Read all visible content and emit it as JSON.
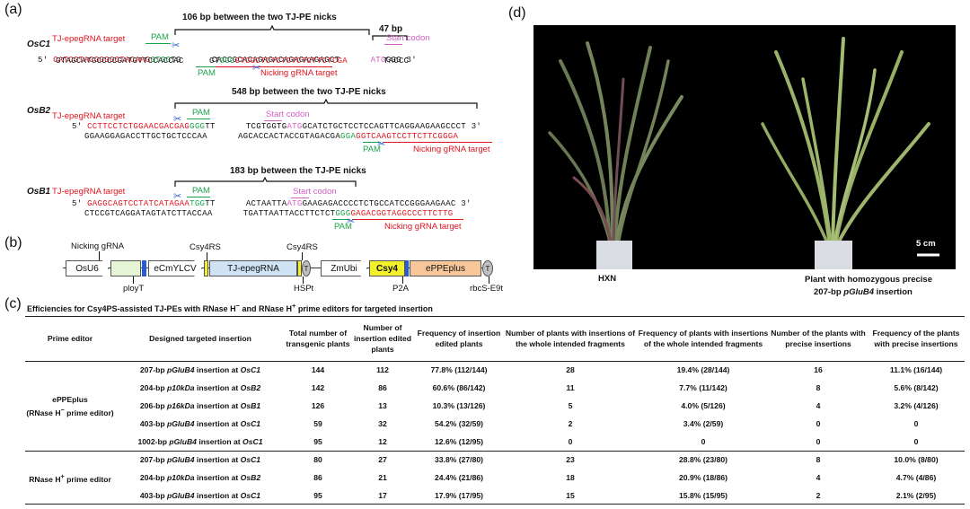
{
  "panel_labels": {
    "a": "(a)",
    "b": "(b)",
    "c": "(c)",
    "d": "(d)"
  },
  "panelA": {
    "osc1": {
      "gene": "OsC1",
      "bracket": "106 bp between the two TJ-PE nicks",
      "bp47": "47 bp",
      "target": "TJ-epegRNA target",
      "pam_top": "PAM",
      "start": "Start codon",
      "top_red": "CATCGTACGGGGCTACAAG",
      "top_green": "GTGG",
      "top_black": "TG      CACCGCACAGAGACAGAGAAGAGCT      ",
      "top_pink": "ATG",
      "top_end": "GGG",
      "bot_black": "GTAGCATGCCCCGATGTTCCACCAC     GT",
      "bot_green": "GGC",
      "bot_red": "GTGGCTCTCTGTCTCTTCTCGA",
      "bot_end": "       TACCC",
      "pam_bot": "PAM",
      "nick": "Nicking gRNA target",
      "five": "5'",
      "three": "3'"
    },
    "osb2": {
      "gene": "OsB2",
      "bracket": "548 bp between the two TJ-PE nicks",
      "target": "TJ-epegRNA target",
      "pam_top": "PAM",
      "start": "Start codon",
      "top_red": "CCTTCCTCTGGAACGACGAG",
      "top_green": "GGG",
      "top_black": "TT      TCGTGGTG",
      "top_pink": "ATG",
      "top_end": "GCATCTGCTCCTCCAGTTCAGGAAGAAGCCCT",
      "bot_black": "GGAAGGAGACCTTGCTGCTCCCAA      AGCACCACTACCGTAGACGA",
      "bot_green": "GGA",
      "bot_red": "GGTCAAGTCCTTCTTCGGGA",
      "pam_bot": "PAM",
      "nick": "Nicking gRNA target",
      "five": "5'",
      "three": "3'"
    },
    "osb1": {
      "gene": "OsB1",
      "bracket": "183 bp between the TJ-PE nicks",
      "target": "TJ-epegRNA target",
      "pam_top": "PAM",
      "start": "Start codon",
      "top_red": "GAGGCAGTCCTATCATAGAA",
      "top_green": "TGG",
      "top_black": "TT      ACTAATTA",
      "top_pink": "ATG",
      "top_end": "GAAGAGACCCCTCTGCCATCCGGGAAGAAC",
      "bot_black": "CTCCGTCAGGATAGTATCTTACCAA      TGATTAATTACCTTCTCT",
      "bot_green": "GGG",
      "bot_red": "GAGACGGTAGGCCCTTCTTG",
      "pam_bot": "PAM",
      "nick": "Nicking gRNA target",
      "five": "5'",
      "three": "3'"
    }
  },
  "panelB": {
    "elements": [
      "OsU6",
      "eCmYLCV",
      "TJ-epegRNA",
      "ZmUbi",
      "Csy4",
      "ePPEplus"
    ],
    "labels": {
      "nicking": "Nicking gRNA",
      "csy1": "Csy4RS",
      "csy2": "Csy4RS",
      "ployT": "ployT",
      "hspt": "HSPt",
      "p2a": "P2A",
      "rbcs": "rbcS-E9t",
      "t1": "T",
      "t2": "T"
    },
    "colors": {
      "green": "#e6f5d6",
      "blue": "#cfe3f5",
      "yellow": "#f2f02a",
      "orange": "#f7c79a",
      "grey": "#bfbfbf"
    }
  },
  "panelD": {
    "left": "HXN",
    "right_line1": "Plant with homozygous precise",
    "right_line2_pre": "207-bp ",
    "right_line2_it": "pGluB4",
    "right_line2_post": " insertion",
    "scale": "5 cm"
  },
  "panelC": {
    "title": "Efficiencies for Csy4PS-assisted TJ-PEs with RNase H",
    "title_m": "−",
    "title_mid": " and RNase H",
    "title_p": "+",
    "title_end": " prime editors for targeted insertion",
    "headers": [
      "Prime editor",
      "Designed targeted insertion",
      "Total number of transgenic plants",
      "Number of insertion edited plants",
      "Frequency of insertion edited plants",
      "Number of plants with insertions of the whole intended fragments",
      "Frequency of plants with insertions of the whole intended fragments",
      "Number of the plants with precise insertions",
      "Frequency of the plants with precise insertions"
    ],
    "group1": {
      "name": "ePPEplus",
      "sub_pre": "(RNase H",
      "sub_sup": "−",
      "sub_post": " prime editor)"
    },
    "group2": {
      "pre": "RNase H",
      "sup": "+",
      "post": " prime editor"
    },
    "rows1": [
      {
        "size": "207-bp ",
        "frag": "pGluB4",
        "at": " insertion at ",
        "gene": "OsC1",
        "vals": [
          "144",
          "112",
          "77.8% (112/144)",
          "28",
          "19.4% (28/144)",
          "16",
          "11.1% (16/144)"
        ]
      },
      {
        "size": "204-bp ",
        "frag": "p10kDa",
        "at": " insertion at ",
        "gene": "OsB2",
        "vals": [
          "142",
          "86",
          "60.6% (86/142)",
          "11",
          "7.7% (11/142)",
          "8",
          "5.6% (8/142)"
        ]
      },
      {
        "size": "206-bp ",
        "frag": "p16kDa",
        "at": " insertion at ",
        "gene": "OsB1",
        "vals": [
          "126",
          "13",
          "10.3% (13/126)",
          "5",
          "4.0% (5/126)",
          "4",
          "3.2% (4/126)"
        ]
      },
      {
        "size": "403-bp ",
        "frag": "pGluB4",
        "at": " insertion at ",
        "gene": "OsC1",
        "vals": [
          "59",
          "32",
          "54.2% (32/59)",
          "2",
          "3.4% (2/59)",
          "0",
          "0"
        ]
      },
      {
        "size": "1002-bp ",
        "frag": "pGluB4",
        "at": " insertion at ",
        "gene": "OsC1",
        "vals": [
          "95",
          "12",
          "12.6% (12/95)",
          "0",
          "0",
          "0",
          "0"
        ]
      }
    ],
    "rows2": [
      {
        "size": "207-bp ",
        "frag": "pGluB4",
        "at": " insertion at ",
        "gene": "OsC1",
        "vals": [
          "80",
          "27",
          "33.8% (27/80)",
          "23",
          "28.8% (23/80)",
          "8",
          "10.0% (8/80)"
        ]
      },
      {
        "size": "204-bp ",
        "frag": "p10kDa",
        "at": " insertion at ",
        "gene": "OsB2",
        "vals": [
          "86",
          "21",
          "24.4% (21/86)",
          "18",
          "20.9% (18/86)",
          "4",
          "4.7% (4/86)"
        ]
      },
      {
        "size": "403-bp ",
        "frag": "pGluB4",
        "at": " insertion at ",
        "gene": "OsC1",
        "vals": [
          "95",
          "17",
          "17.9% (17/95)",
          "15",
          "15.8% (15/95)",
          "2",
          "2.1% (2/95)"
        ]
      }
    ]
  }
}
